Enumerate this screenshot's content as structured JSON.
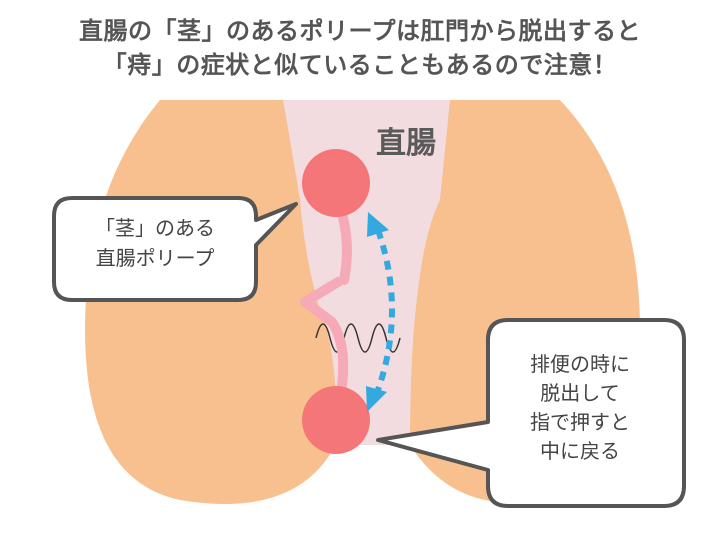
{
  "headline": {
    "line1": "直腸の「茎」のあるポリープは肛門から脱出すると",
    "line2": "「痔」の症状と似ていることもあるので注意！"
  },
  "organ": {
    "label": "直腸"
  },
  "callouts": {
    "polyp": {
      "lines": [
        "「茎」のある",
        "直腸ポリープ"
      ]
    },
    "prolapse": {
      "lines": [
        "排便の時に",
        "脱出して",
        "指で押すと",
        "中に戻る"
      ]
    }
  },
  "colors": {
    "body": "#F8C08F",
    "rectum": "#F3DCDF",
    "polyp": "#F57678",
    "stalk": "#F6A9B7",
    "arrow": "#33A9E0",
    "callout_border": "#555555",
    "headline_text": "#555555"
  }
}
